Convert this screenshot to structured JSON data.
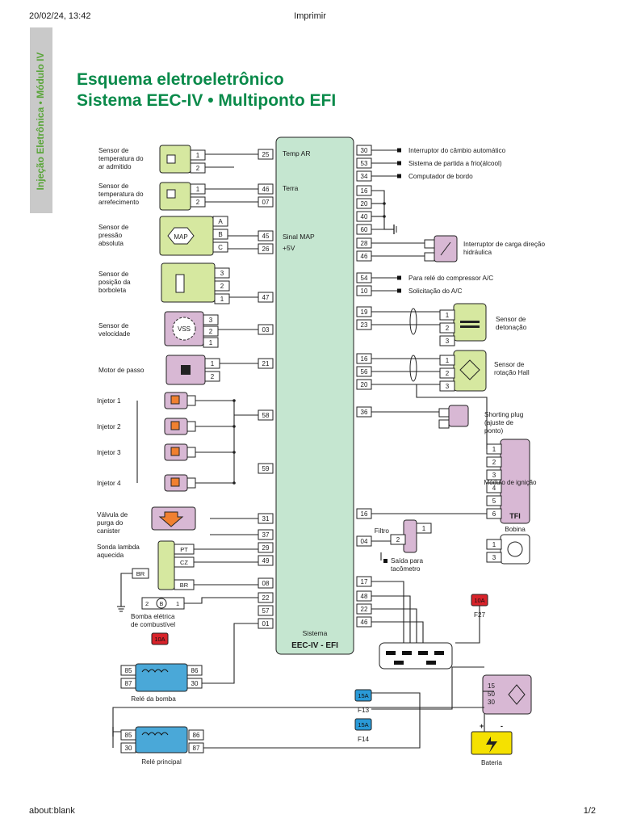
{
  "print_header": {
    "datetime": "20/02/24, 13:42",
    "title": "Imprimir"
  },
  "print_footer": {
    "url": "about:blank",
    "page": "1/2"
  },
  "side_tab": "Injeção Eletrônica • Módulo IV",
  "title_line1": "Esquema eletroeletrônico",
  "title_line2": "Sistema EEC-IV • Multiponto EFI",
  "colors": {
    "title": "#0a8a4a",
    "ecu": "#c5e6d0",
    "sensor_green": "#d6e8a0",
    "sensor_purple": "#d8b8d4",
    "relay_blue": "#4aa8d8",
    "fuse_red": "#d8232a",
    "fuse_blue": "#2a9ad8",
    "battery": "#f5e100",
    "injector_orange": "#f08030"
  },
  "ecu": {
    "name_line1": "Sistema",
    "name_line2": "EEC-IV - EFI",
    "inner_labels": [
      "Temp AR",
      "Terra",
      "Sinal MAP",
      "+5V"
    ],
    "left_pins": [
      "25",
      "46",
      "07",
      "45",
      "26",
      "47",
      "03",
      "21",
      "58",
      "59",
      "31",
      "37",
      "29",
      "49",
      "08",
      "22",
      "57",
      "01"
    ],
    "right_pins": [
      "30",
      "53",
      "34",
      "16",
      "20",
      "40",
      "60",
      "28",
      "46",
      "54",
      "10",
      "19",
      "23",
      "16",
      "56",
      "20",
      "36",
      "16",
      "04",
      "17",
      "48",
      "22",
      "46"
    ]
  },
  "left_components": {
    "air_temp_sensor": "Sensor de temperatura do ar admitido",
    "coolant_temp_sensor": "Sensor de temperatura do arrefecimento",
    "map_sensor": "Sensor de pressão absoluta",
    "map_icon": "MAP",
    "map_pins": [
      "A",
      "B",
      "C"
    ],
    "tps_sensor": "Sensor de posição da borboleta",
    "vss_sensor": "Sensor de velocidade",
    "vss_icon": "VSS",
    "stepper_motor": "Motor de passo",
    "injectors": [
      "Injetor 1",
      "Injetor 2",
      "Injetor 3",
      "Injetor 4"
    ],
    "canister_valve": "Válvula de purga do canister",
    "lambda_sensor": "Sonda lambda aquecida",
    "lambda_pins": [
      "PT",
      "CZ",
      "BR",
      "BR"
    ],
    "fuel_pump": "Bomba elétrica de combustível",
    "fuel_pump_icon": "B",
    "pump_relay": "Relé da bomba",
    "main_relay": "Relé principal",
    "relay_pins": [
      "85",
      "86",
      "87",
      "30"
    ],
    "fuse_pump": "10A"
  },
  "right_components": {
    "auto_trans_switch": "Interruptor do câmbio automático",
    "cold_start": "Sistema de partida a frio(álcool)",
    "trip_computer": "Computador de bordo",
    "power_steering_switch": "Interruptor de carga direção hidráulica",
    "ac_relay": "Para relé do compressor A/C",
    "ac_request": "Solicitação do A/C",
    "knock_sensor": "Sensor de detonação",
    "hall_sensor": "Sensor de rotação Hall",
    "shorting_plug": "Shorting plug (ajuste de ponto)",
    "ignition_module": "Módulo de ignição",
    "tfi": "TFI",
    "filter": "Filtro",
    "tacho_out": "Saída para tacômetro",
    "coil": "Bobina",
    "ignition_switch_pins": [
      "15",
      "50",
      "30"
    ],
    "battery": "Bateria",
    "fuses": [
      {
        "amp": "10A",
        "name": "F27"
      },
      {
        "amp": "15A",
        "name": "F13"
      },
      {
        "amp": "15A",
        "name": "F14"
      }
    ]
  }
}
